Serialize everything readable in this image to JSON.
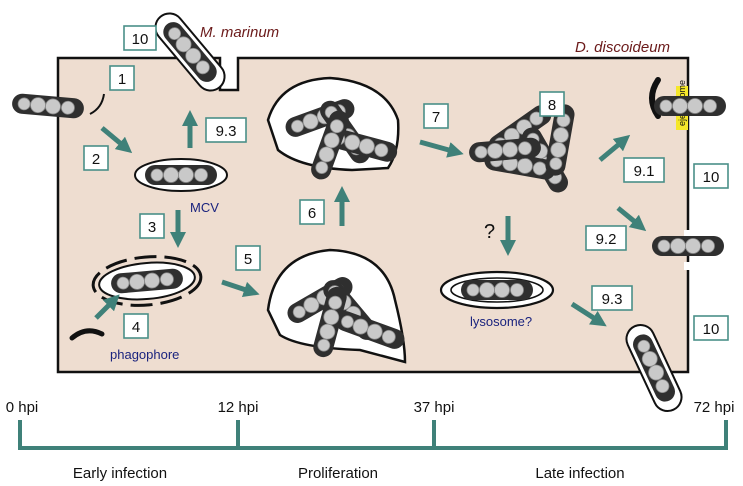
{
  "organisms": {
    "bacterium": "M. marinum",
    "host": "D. discoideum"
  },
  "steps": {
    "s1": "1",
    "s2": "2",
    "s3": "3",
    "s4": "4",
    "s5": "5",
    "s6": "6",
    "s7": "7",
    "s8": "8",
    "s9_1": "9.1",
    "s9_2": "9.2",
    "s9_3_top": "9.3",
    "s9_3_bottom": "9.3",
    "s10_top": "10",
    "s10_right_top": "10",
    "s10_right_bottom": "10"
  },
  "labels": {
    "mcv": "MCV",
    "phagophore": "phagophore",
    "lysosome": "lysosome?",
    "question": "?",
    "ejectosome": "ejectosome"
  },
  "timeline": {
    "ticks": [
      "0 hpi",
      "12 hpi",
      "37 hpi",
      "72 hpi"
    ],
    "phases": [
      "Early infection",
      "Proliferation",
      "Late infection"
    ]
  },
  "colors": {
    "host_cell": "#eeddd0",
    "arrow": "#3f8179",
    "box_border": "#4a8f88",
    "organism_text": "#6b1a1a",
    "blue_text": "#1a237e",
    "ejectosome": "#f5e72a"
  }
}
